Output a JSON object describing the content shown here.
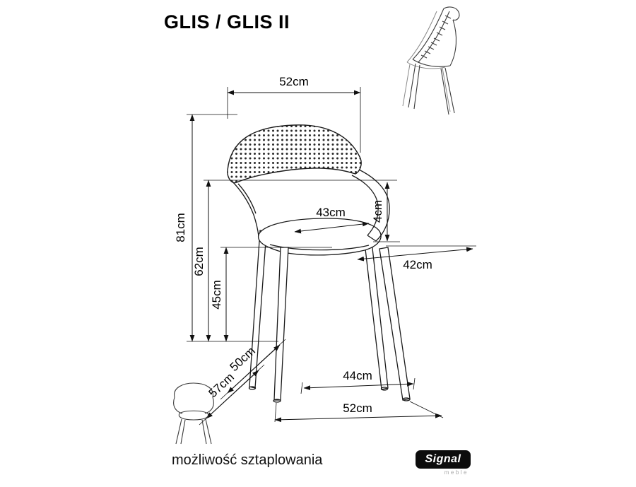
{
  "page": {
    "title": "GLIS / GLIS II",
    "footer_note": "możliwość sztaplowania"
  },
  "logo": {
    "brand": "Signal",
    "sub": "meble"
  },
  "dims": {
    "top_width": "52cm",
    "total_height": "81cm",
    "backrest_height": "62cm",
    "seat_height": "45cm",
    "armrest_offset": "4cm",
    "seat_depth": "43cm",
    "seat_width": "42cm",
    "depth_upper": "50cm",
    "depth_total": "57cm",
    "inner_base_width": "44cm",
    "base_width": "52cm"
  }
}
